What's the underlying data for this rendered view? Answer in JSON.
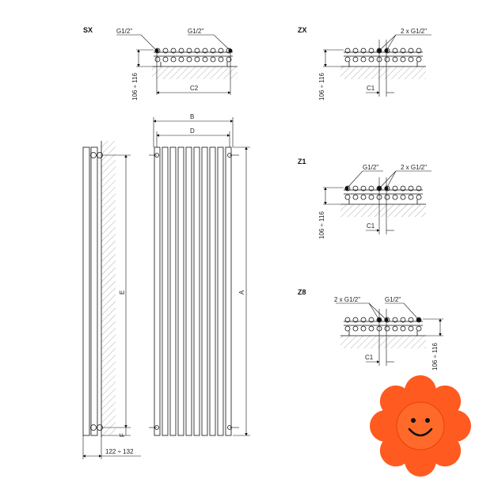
{
  "views": {
    "sx": {
      "title": "SX",
      "conn_left": "G1/2\"",
      "conn_right": "G1/2\"",
      "height": "106 ÷ 116",
      "spacing": "C2"
    },
    "zx": {
      "title": "ZX",
      "conn": "2 x G1/2\"",
      "height": "106 ÷ 116",
      "spacing": "C1"
    },
    "z1": {
      "title": "Z1",
      "conn_left": "G1/2\"",
      "conn_right": "2 x G1/2\"",
      "height": "106 ÷ 116",
      "spacing": "C1"
    },
    "z8": {
      "title": "Z8",
      "conn_left": "2 x G1/2\"",
      "conn_right": "G1/2\"",
      "height": "106 ÷ 116",
      "spacing": "C1"
    }
  },
  "side": {
    "height_label": "E",
    "bottom_label": "F",
    "depth": "122 ÷ 132"
  },
  "front": {
    "width_label": "B",
    "inner_width_label": "D",
    "height_label": "A"
  },
  "colors": {
    "line": "#111111",
    "hatch": "#777777",
    "flower_petal": "#ff5a1f",
    "flower_center": "#ff6a2a"
  },
  "logo": {
    "icon": "smiley-flower-icon"
  }
}
